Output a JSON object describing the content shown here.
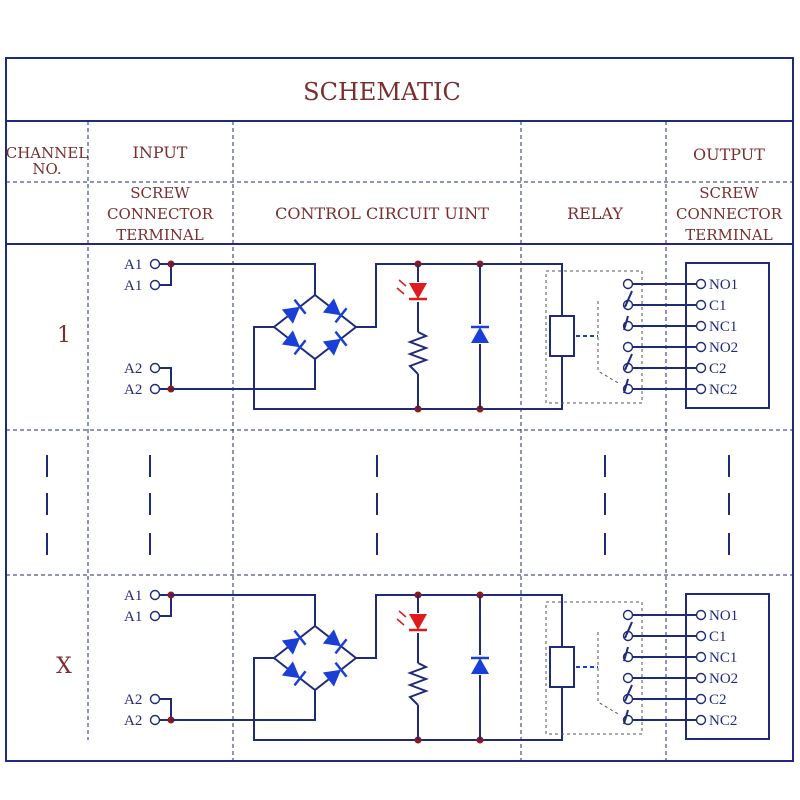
{
  "title": "SCHEMATIC",
  "headers": {
    "channel": [
      "CHANNEL",
      "NO."
    ],
    "input": "INPUT",
    "output": "OUTPUT",
    "input_sub": [
      "SCREW",
      "CONNECTOR",
      "TERMINAL"
    ],
    "control": "CONTROL CIRCUIT UINT",
    "relay": "RELAY",
    "output_sub": [
      "SCREW",
      "CONNECTOR",
      "TERMINAL"
    ]
  },
  "channels": [
    {
      "label": "1"
    },
    {
      "label": "X"
    }
  ],
  "input_terminals": [
    "A1",
    "A1",
    "A2",
    "A2"
  ],
  "output_terminals": [
    "NO1",
    "C1",
    "NC1",
    "NO2",
    "C2",
    "NC2"
  ],
  "colors": {
    "line": "#1f2a7a",
    "header_text": "#7a2e2e",
    "diode": "#1a3fd6",
    "led": "#e01b1b",
    "node": "#8b1a1a"
  },
  "icons": [
    "diode-bridge-icon",
    "led-icon",
    "resistor-icon",
    "flyback-diode-icon",
    "relay-coil-icon",
    "relay-contact-icon"
  ]
}
